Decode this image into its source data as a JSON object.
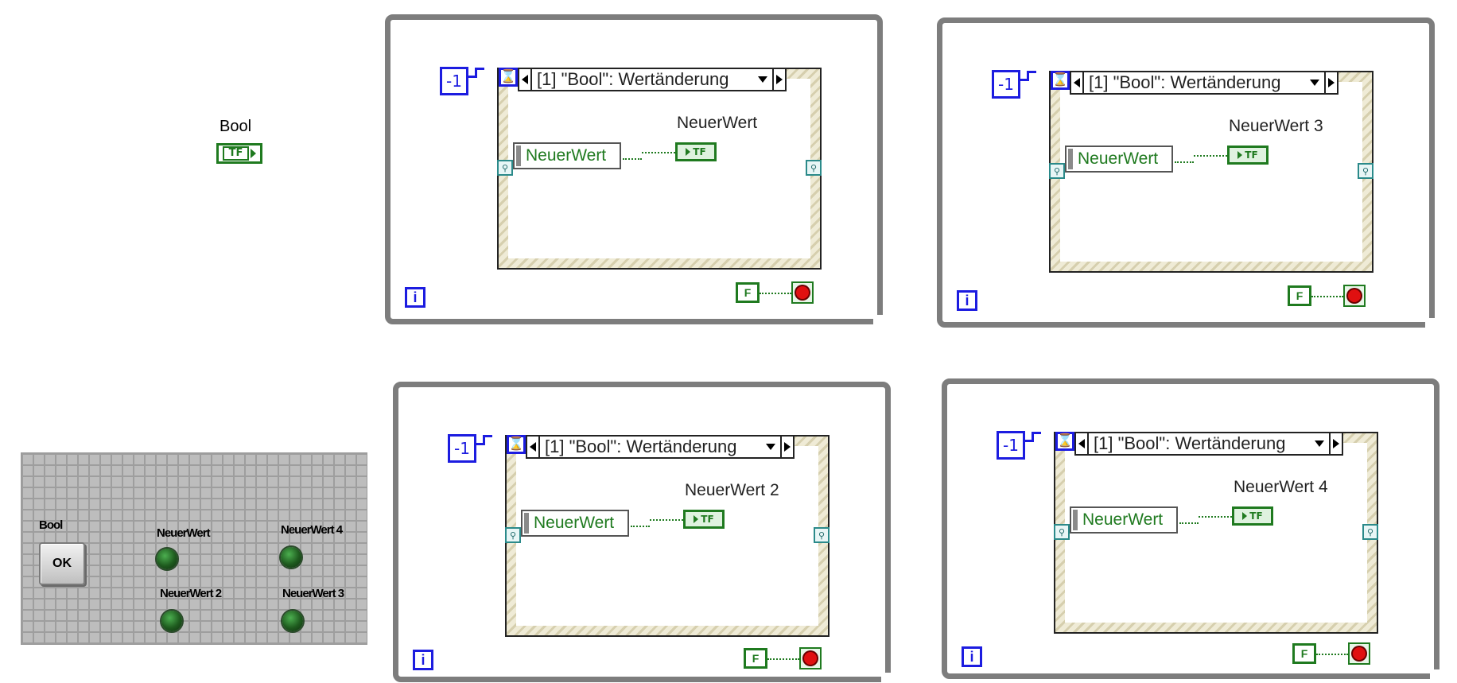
{
  "bool_terminal": {
    "label": "Bool",
    "type_text": "TF"
  },
  "front_panel": {
    "button_label": "Bool",
    "button_text": "OK",
    "leds": [
      {
        "label": "NeuerWert"
      },
      {
        "label": "NeuerWert 4"
      },
      {
        "label": "NeuerWert 2"
      },
      {
        "label": "NeuerWert 3"
      }
    ]
  },
  "loops": [
    {
      "timeout": "-1",
      "event_case": "[1] \"Bool\": Wertänderung",
      "node_text": "NeuerWert",
      "indicator_label": "NeuerWert",
      "indicator_text": "TF",
      "iteration": "i",
      "stop_value": "F"
    },
    {
      "timeout": "-1",
      "event_case": "[1] \"Bool\": Wertänderung",
      "node_text": "NeuerWert",
      "indicator_label": "NeuerWert 3",
      "indicator_text": "TF",
      "iteration": "i",
      "stop_value": "F"
    },
    {
      "timeout": "-1",
      "event_case": "[1] \"Bool\": Wertänderung",
      "node_text": "NeuerWert",
      "indicator_label": "NeuerWert 2",
      "indicator_text": "TF",
      "iteration": "i",
      "stop_value": "F"
    },
    {
      "timeout": "-1",
      "event_case": "[1] \"Bool\": Wertänderung",
      "node_text": "NeuerWert",
      "indicator_label": "NeuerWert 4",
      "indicator_text": "TF",
      "iteration": "i",
      "stop_value": "F"
    }
  ],
  "icons": {
    "timeout": "hourglass-icon",
    "tunnel": "event-data-tunnel-icon",
    "stop": "stop-button-icon"
  },
  "colors": {
    "blue_wire": "#1c1ce0",
    "boolean_green": "#1f7a1f",
    "loop_gray": "#7d7d7d",
    "stop_red": "#e01010"
  }
}
